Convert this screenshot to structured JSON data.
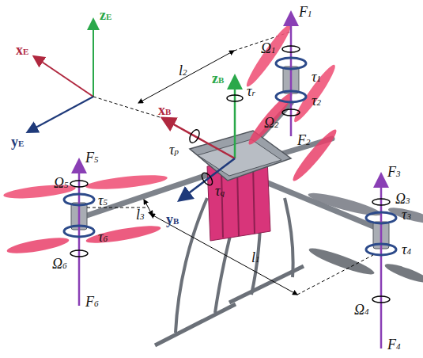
{
  "diagram": {
    "labels": [
      "xE",
      "yE",
      "zE",
      "l2",
      "F1",
      "Ω1",
      "τ1",
      "τ2",
      "Ω2",
      "F2",
      "zB",
      "τr",
      "xB",
      "τp",
      "τq",
      "yB",
      "F5",
      "Ω5",
      "τ5",
      "l3",
      "τ6",
      "Ω6",
      "F6",
      "l1",
      "F3",
      "Ω3",
      "τ3",
      "τ4",
      "Ω4",
      "F4"
    ]
  }
}
